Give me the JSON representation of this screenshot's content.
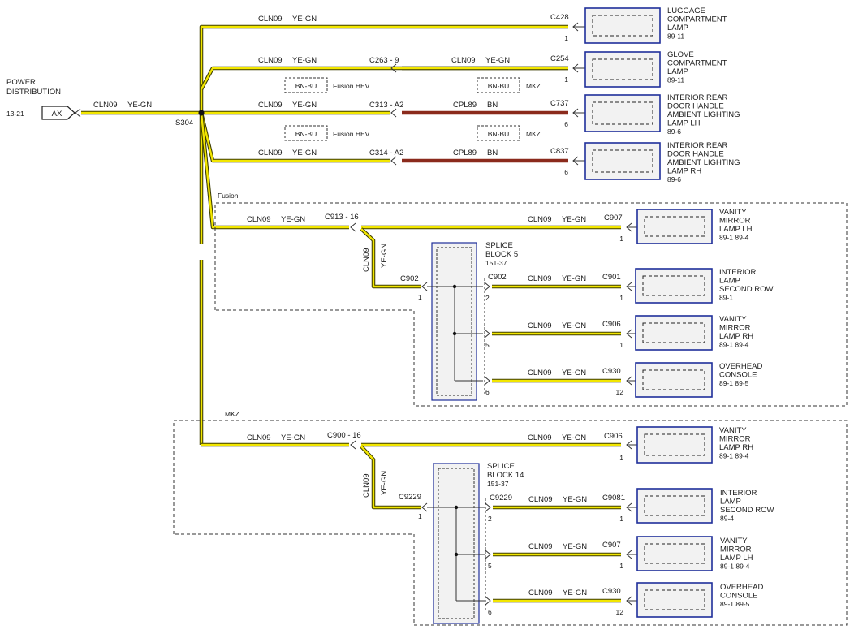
{
  "power": {
    "title1": "POWER",
    "title2": "DISTRIBUTION",
    "ref": "13-21",
    "pin": "AX"
  },
  "feed": {
    "circuit": "CLN09",
    "color": "YE-GN",
    "splice": "S304"
  },
  "regions": {
    "fusion": "Fusion",
    "mkz": "MKZ"
  },
  "rows": [
    {
      "circuit": "CLN09",
      "color": "YE-GN",
      "conn": "C428",
      "pin": "1",
      "comp": [
        "LUGGAGE",
        "COMPARTMENT",
        "LAMP"
      ],
      "ref": "89-11"
    },
    {
      "circuit": "CLN09",
      "color": "YE-GN",
      "inline": "C263 - 9",
      "circuit2": "CLN09",
      "color2": "YE-GN",
      "conn": "C254",
      "pin": "1",
      "comp": [
        "GLOVE",
        "COMPARTMENT",
        "LAMP"
      ],
      "ref": "89-11"
    },
    {
      "circuit": "CLN09",
      "color": "YE-GN",
      "inline": "C313 - A2",
      "circuit2": "CPL89",
      "color2": "BN",
      "conn": "C737",
      "pin": "6",
      "comp": [
        "INTERIOR REAR",
        "DOOR HANDLE",
        "AMBIENT LIGHTING",
        "LAMP LH"
      ],
      "ref": "89-6",
      "optA": "BN-BU",
      "optAlabel": "Fusion HEV",
      "optB": "BN-BU",
      "optBlabel": "MKZ"
    },
    {
      "circuit": "CLN09",
      "color": "YE-GN",
      "inline": "C314 - A2",
      "circuit2": "CPL89",
      "color2": "BN",
      "conn": "C837",
      "pin": "6",
      "comp": [
        "INTERIOR REAR",
        "DOOR HANDLE",
        "AMBIENT LIGHTING",
        "LAMP RH"
      ],
      "ref": "89-6",
      "optA": "BN-BU",
      "optAlabel": "Fusion HEV",
      "optB": "BN-BU",
      "optBlabel": "MKZ"
    }
  ],
  "fusion": {
    "feed": {
      "circuit": "CLN09",
      "color": "YE-GN",
      "inline": "C913 - 16"
    },
    "top": {
      "circuit": "CLN09",
      "color": "YE-GN",
      "conn": "C907",
      "pin": "1",
      "comp": [
        "VANITY",
        "MIRROR",
        "LAMP LH"
      ],
      "ref": "89-1   89-4"
    },
    "drop": {
      "circuit": "CLN09",
      "color": "YE-GN",
      "conn": "C902",
      "pin": "1"
    },
    "splice": {
      "name": [
        "SPLICE",
        "BLOCK 5"
      ],
      "ref": "151-37"
    },
    "outs": [
      {
        "spin": "2",
        "sconn": "C902",
        "circuit": "CLN09",
        "color": "YE-GN",
        "conn": "C901",
        "pin": "1",
        "comp": [
          "INTERIOR",
          "LAMP",
          "SECOND ROW"
        ],
        "ref": "89-1"
      },
      {
        "spin": "5",
        "sconn": "",
        "circuit": "CLN09",
        "color": "YE-GN",
        "conn": "C906",
        "pin": "1",
        "comp": [
          "VANITY",
          "MIRROR",
          "LAMP RH"
        ],
        "ref": "89-1   89-4"
      },
      {
        "spin": "6",
        "sconn": "",
        "circuit": "CLN09",
        "color": "YE-GN",
        "conn": "C930",
        "pin": "12",
        "comp": [
          "OVERHEAD",
          "CONSOLE"
        ],
        "ref": "89-1   89-5"
      }
    ]
  },
  "mkz": {
    "feed": {
      "circuit": "CLN09",
      "color": "YE-GN",
      "inline": "C900 - 16"
    },
    "top": {
      "circuit": "CLN09",
      "color": "YE-GN",
      "conn": "C906",
      "pin": "1",
      "comp": [
        "VANITY",
        "MIRROR",
        "LAMP RH"
      ],
      "ref": "89-1   89-4"
    },
    "drop": {
      "circuit": "CLN09",
      "color": "YE-GN",
      "conn": "C9229",
      "pin": "1"
    },
    "splice": {
      "name": [
        "SPLICE",
        "BLOCK 14"
      ],
      "ref": "151-37"
    },
    "outs": [
      {
        "spin": "2",
        "sconn": "C9229",
        "circuit": "CLN09",
        "color": "YE-GN",
        "conn": "C9081",
        "pin": "1",
        "comp": [
          "INTERIOR",
          "LAMP",
          "SECOND ROW"
        ],
        "ref": "89-4"
      },
      {
        "spin": "5",
        "sconn": "",
        "circuit": "CLN09",
        "color": "YE-GN",
        "conn": "C907",
        "pin": "1",
        "comp": [
          "VANITY",
          "MIRROR",
          "LAMP LH"
        ],
        "ref": "89-1   89-4"
      },
      {
        "spin": "6",
        "sconn": "",
        "circuit": "CLN09",
        "color": "YE-GN",
        "conn": "C930",
        "pin": "12",
        "comp": [
          "OVERHEAD",
          "CONSOLE"
        ],
        "ref": "89-1   89-5"
      }
    ]
  }
}
